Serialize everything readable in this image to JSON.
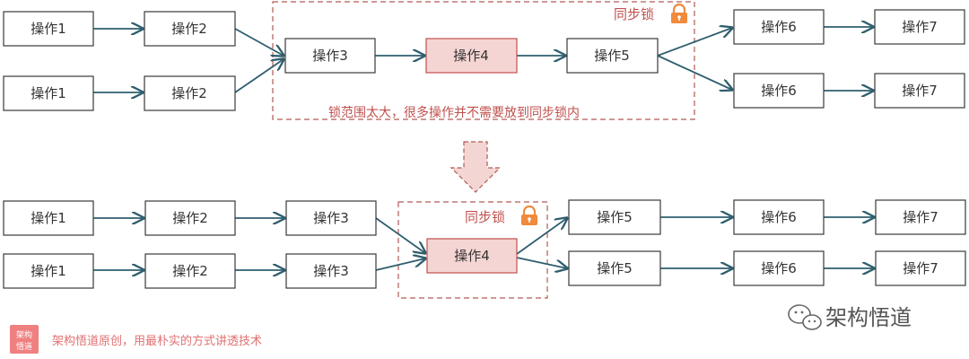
{
  "top": {
    "lock_label": "同步锁",
    "note": "锁范围太大，很多操作并不需要放到同步锁内",
    "nodes": {
      "r1_op1": "操作1",
      "r1_op2": "操作2",
      "r2_op1": "操作1",
      "r2_op2": "操作2",
      "op3": "操作3",
      "op4": "操作4",
      "op5": "操作5",
      "r1_op6": "操作6",
      "r1_op7": "操作7",
      "r2_op6": "操作6",
      "r2_op7": "操作7"
    }
  },
  "bottom": {
    "lock_label": "同步锁",
    "nodes": {
      "r1_op1": "操作1",
      "r1_op2": "操作2",
      "r1_op3": "操作3",
      "r2_op1": "操作1",
      "r2_op2": "操作2",
      "r2_op3": "操作3",
      "op4": "操作4",
      "r1_op5": "操作5",
      "r1_op6": "操作6",
      "r1_op7": "操作7",
      "r2_op5": "操作5",
      "r2_op6": "操作6",
      "r2_op7": "操作7"
    }
  },
  "footer": {
    "logo_text_line1": "架构",
    "logo_text_line2": "悟道",
    "caption": "架构悟道原创，用最朴实的方式讲透技术",
    "brand": "架构悟道"
  },
  "colors": {
    "accent": "#c0504d",
    "edge": "#2e5e6e",
    "highlight_fill": "#f5d5d3",
    "lock_icon": "#f08a3c"
  }
}
